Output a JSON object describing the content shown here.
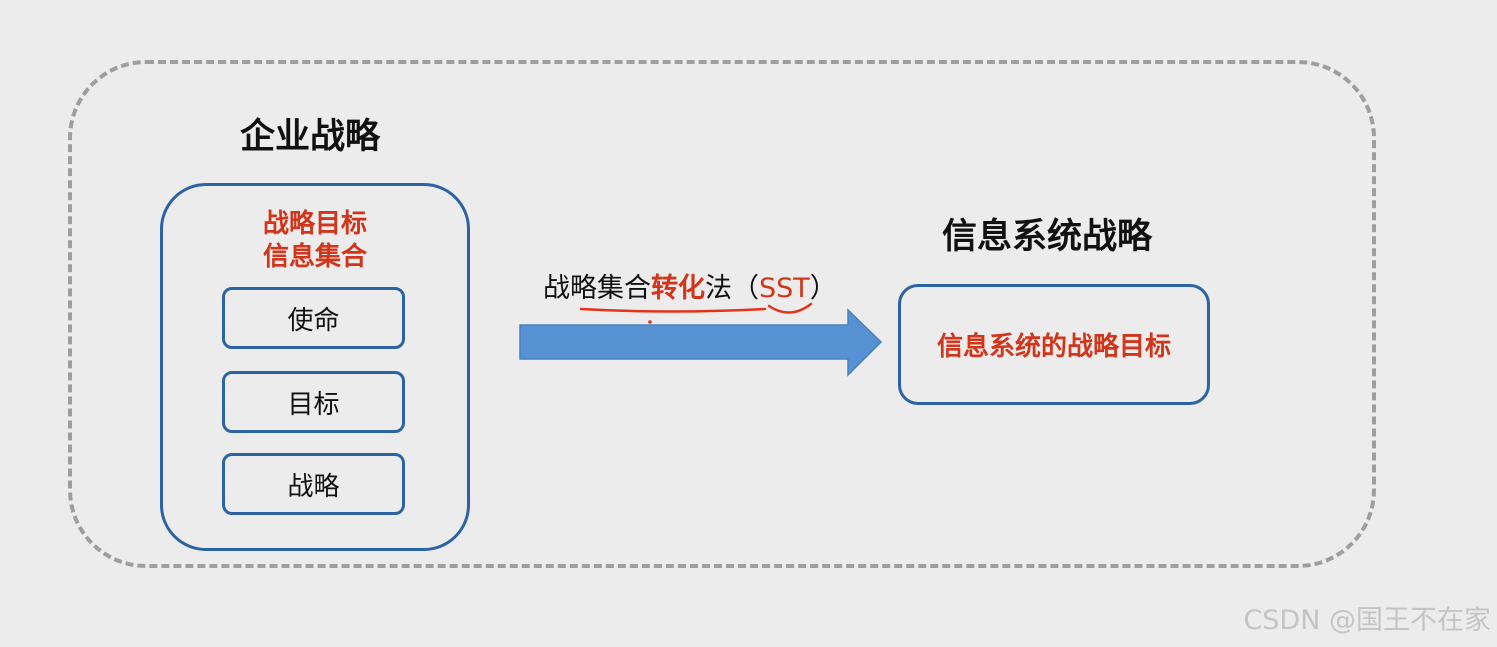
{
  "diagram": {
    "enterprise_title": "企业战略",
    "info_set_line1": "战略目标",
    "info_set_line2": "信息集合",
    "items": [
      "使命",
      "目标",
      "战略"
    ],
    "method": {
      "part1": "战略集合",
      "part2": "转化",
      "part3": "法（",
      "part4": "SST",
      "part5": "）"
    },
    "is_title": "信息系统战略",
    "target": "信息系统的战略目标"
  },
  "watermark": "CSDN @国王不在家",
  "colors": {
    "background": "#ececec",
    "box_border": "#2c64a3",
    "arrow_fill": "#5591d3",
    "accent_red": "#d0361c",
    "dashed_border": "#9e9e9e"
  }
}
